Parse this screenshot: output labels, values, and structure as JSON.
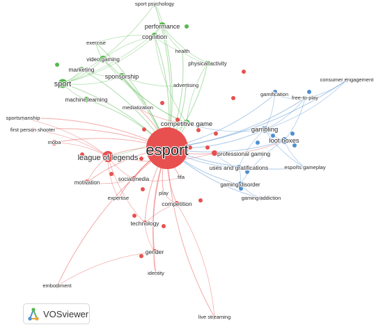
{
  "colors": {
    "cluster1": "#e8504f",
    "cluster2": "#55b84e",
    "cluster3": "#4f8fd1"
  },
  "logo": {
    "text": "VOSviewer",
    "icon": "vosviewer-logo-icon"
  },
  "nodes": [
    {
      "id": "esport",
      "label": "esport",
      "cluster": 1,
      "weight": 10
    },
    {
      "id": "league-of-legends",
      "label": "league of legends",
      "cluster": 1,
      "weight": 5
    },
    {
      "id": "professional-gaming",
      "label": "professional gaming",
      "cluster": 1,
      "weight": 2
    },
    {
      "id": "competitive-game",
      "label": "competitive game",
      "cluster": 2,
      "weight": 3
    },
    {
      "id": "sport-psychology",
      "label": "sport psychology",
      "cluster": 2,
      "weight": 1
    },
    {
      "id": "performance",
      "label": "performance",
      "cluster": 2,
      "weight": 3
    },
    {
      "id": "cognition",
      "label": "cognition",
      "cluster": 2,
      "weight": 3
    },
    {
      "id": "exercise",
      "label": "exercise",
      "cluster": 2,
      "weight": 1
    },
    {
      "id": "health",
      "label": "health",
      "cluster": 2,
      "weight": 1
    },
    {
      "id": "video-gaming",
      "label": "video gaming",
      "cluster": 2,
      "weight": 3
    },
    {
      "id": "marketing",
      "label": "marketing",
      "cluster": 2,
      "weight": 2
    },
    {
      "id": "physical-activity",
      "label": "physical activity",
      "cluster": 2,
      "weight": 2
    },
    {
      "id": "sponsorship",
      "label": "sponsorship",
      "cluster": 2,
      "weight": 3
    },
    {
      "id": "sport",
      "label": "sport",
      "cluster": 2,
      "weight": 4
    },
    {
      "id": "advertising",
      "label": "advertising",
      "cluster": 2,
      "weight": 1
    },
    {
      "id": "machine-learning",
      "label": "machine learning",
      "cluster": 2,
      "weight": 2
    },
    {
      "id": "mediatization",
      "label": "mediatization",
      "cluster": 1,
      "weight": 1
    },
    {
      "id": "sportsmanship",
      "label": "sportsmanship",
      "cluster": 1,
      "weight": 1
    },
    {
      "id": "first-person-shooter",
      "label": "first person shooter",
      "cluster": 1,
      "weight": 1
    },
    {
      "id": "moba",
      "label": "moba",
      "cluster": 1,
      "weight": 2
    },
    {
      "id": "motivation",
      "label": "motivation",
      "cluster": 1,
      "weight": 2
    },
    {
      "id": "social-media",
      "label": "social media",
      "cluster": 1,
      "weight": 2
    },
    {
      "id": "fifa",
      "label": "fifa",
      "cluster": 1,
      "weight": 1
    },
    {
      "id": "play",
      "label": "play",
      "cluster": 1,
      "weight": 1
    },
    {
      "id": "expertise",
      "label": "expertise",
      "cluster": 1,
      "weight": 1
    },
    {
      "id": "competition",
      "label": "competition",
      "cluster": 1,
      "weight": 2
    },
    {
      "id": "technology",
      "label": "technology",
      "cluster": 1,
      "weight": 2
    },
    {
      "id": "gender",
      "label": "gender",
      "cluster": 1,
      "weight": 2
    },
    {
      "id": "identity",
      "label": "identity",
      "cluster": 1,
      "weight": 1
    },
    {
      "id": "embodiment",
      "label": "embodiment",
      "cluster": 1,
      "weight": 1
    },
    {
      "id": "live-streaming",
      "label": "live streaming",
      "cluster": 1,
      "weight": 1
    },
    {
      "id": "uses-and-gratifications",
      "label": "uses and gratifications",
      "cluster": 3,
      "weight": 2
    },
    {
      "id": "gambling",
      "label": "gambling",
      "cluster": 3,
      "weight": 3
    },
    {
      "id": "loot-boxes",
      "label": "loot boxes",
      "cluster": 3,
      "weight": 3
    },
    {
      "id": "gamification",
      "label": "gamification",
      "cluster": 3,
      "weight": 1
    },
    {
      "id": "free-to-play",
      "label": "free-to-play",
      "cluster": 3,
      "weight": 1
    },
    {
      "id": "consumer-engagement",
      "label": "consumer engagement",
      "cluster": 3,
      "weight": 1
    },
    {
      "id": "esports-gameplay",
      "label": "esports gameplay",
      "cluster": 3,
      "weight": 1
    },
    {
      "id": "gaming-disorder",
      "label": "gaming disorder",
      "cluster": 3,
      "weight": 2
    },
    {
      "id": "gaming-addiction",
      "label": "gaming addiction",
      "cluster": 3,
      "weight": 1
    }
  ],
  "links": [
    [
      "esport",
      "league-of-legends"
    ],
    [
      "esport",
      "professional-gaming"
    ],
    [
      "esport",
      "competitive-game"
    ],
    [
      "esport",
      "sport-psychology"
    ],
    [
      "esport",
      "performance"
    ],
    [
      "esport",
      "cognition"
    ],
    [
      "esport",
      "exercise"
    ],
    [
      "esport",
      "health"
    ],
    [
      "esport",
      "video-gaming"
    ],
    [
      "esport",
      "marketing"
    ],
    [
      "esport",
      "physical-activity"
    ],
    [
      "esport",
      "sponsorship"
    ],
    [
      "esport",
      "sport"
    ],
    [
      "esport",
      "advertising"
    ],
    [
      "esport",
      "machine-learning"
    ],
    [
      "esport",
      "mediatization"
    ],
    [
      "esport",
      "sportsmanship"
    ],
    [
      "esport",
      "first-person-shooter"
    ],
    [
      "esport",
      "moba"
    ],
    [
      "esport",
      "motivation"
    ],
    [
      "esport",
      "social-media"
    ],
    [
      "esport",
      "fifa"
    ],
    [
      "esport",
      "play"
    ],
    [
      "esport",
      "expertise"
    ],
    [
      "esport",
      "competition"
    ],
    [
      "esport",
      "technology"
    ],
    [
      "esport",
      "gender"
    ],
    [
      "esport",
      "identity"
    ],
    [
      "esport",
      "embodiment"
    ],
    [
      "esport",
      "live-streaming"
    ],
    [
      "esport",
      "uses-and-gratifications"
    ],
    [
      "esport",
      "gambling"
    ],
    [
      "esport",
      "loot-boxes"
    ],
    [
      "esport",
      "gamification"
    ],
    [
      "esport",
      "free-to-play"
    ],
    [
      "esport",
      "consumer-engagement"
    ],
    [
      "esport",
      "esports-gameplay"
    ],
    [
      "esport",
      "gaming-disorder"
    ],
    [
      "esport",
      "gaming-addiction"
    ],
    [
      "sport",
      "performance"
    ],
    [
      "sport",
      "cognition"
    ],
    [
      "sport",
      "marketing"
    ],
    [
      "sport",
      "sponsorship"
    ],
    [
      "sport",
      "video-gaming"
    ],
    [
      "sport",
      "machine-learning"
    ],
    [
      "sport",
      "sport-psychology"
    ],
    [
      "performance",
      "cognition"
    ],
    [
      "performance",
      "sport-psychology"
    ],
    [
      "performance",
      "physical-activity"
    ],
    [
      "performance",
      "health"
    ],
    [
      "cognition",
      "video-gaming"
    ],
    [
      "cognition",
      "exercise"
    ],
    [
      "cognition",
      "health"
    ],
    [
      "cognition",
      "competitive-game"
    ],
    [
      "health",
      "physical-activity"
    ],
    [
      "exercise",
      "video-gaming"
    ],
    [
      "marketing",
      "sponsorship"
    ],
    [
      "sponsorship",
      "advertising"
    ],
    [
      "sponsorship",
      "competitive-game"
    ],
    [
      "video-gaming",
      "competitive-game"
    ],
    [
      "physical-activity",
      "competitive-game"
    ],
    [
      "league-of-legends",
      "moba"
    ],
    [
      "league-of-legends",
      "motivation"
    ],
    [
      "league-of-legends",
      "social-media"
    ],
    [
      "league-of-legends",
      "first-person-shooter"
    ],
    [
      "league-of-legends",
      "sportsmanship"
    ],
    [
      "league-of-legends",
      "professional-gaming"
    ],
    [
      "league-of-legends",
      "competitive-game"
    ],
    [
      "league-of-legends",
      "expertise"
    ],
    [
      "league-of-legends",
      "technology"
    ],
    [
      "motivation",
      "social-media"
    ],
    [
      "social-media",
      "fifa"
    ],
    [
      "play",
      "competition"
    ],
    [
      "competition",
      "technology"
    ],
    [
      "technology",
      "gender"
    ],
    [
      "gender",
      "identity"
    ],
    [
      "gender",
      "embodiment"
    ],
    [
      "mediatization",
      "competitive-game"
    ],
    [
      "professional-gaming",
      "uses-and-gratifications"
    ],
    [
      "gambling",
      "loot-boxes"
    ],
    [
      "gambling",
      "gamification"
    ],
    [
      "gambling",
      "free-to-play"
    ],
    [
      "gambling",
      "consumer-engagement"
    ],
    [
      "gambling",
      "esports-gameplay"
    ],
    [
      "gambling",
      "uses-and-gratifications"
    ],
    [
      "loot-boxes",
      "gaming-disorder"
    ],
    [
      "loot-boxes",
      "esports-gameplay"
    ],
    [
      "loot-boxes",
      "free-to-play"
    ],
    [
      "gaming-disorder",
      "gaming-addiction"
    ],
    [
      "gaming-disorder",
      "uses-and-gratifications"
    ],
    [
      "gamification",
      "free-to-play"
    ],
    [
      "free-to-play",
      "consumer-engagement"
    ],
    [
      "competitive-game",
      "gambling"
    ],
    [
      "professional-gaming",
      "loot-boxes"
    ],
    [
      "live-streaming",
      "competition"
    ]
  ]
}
